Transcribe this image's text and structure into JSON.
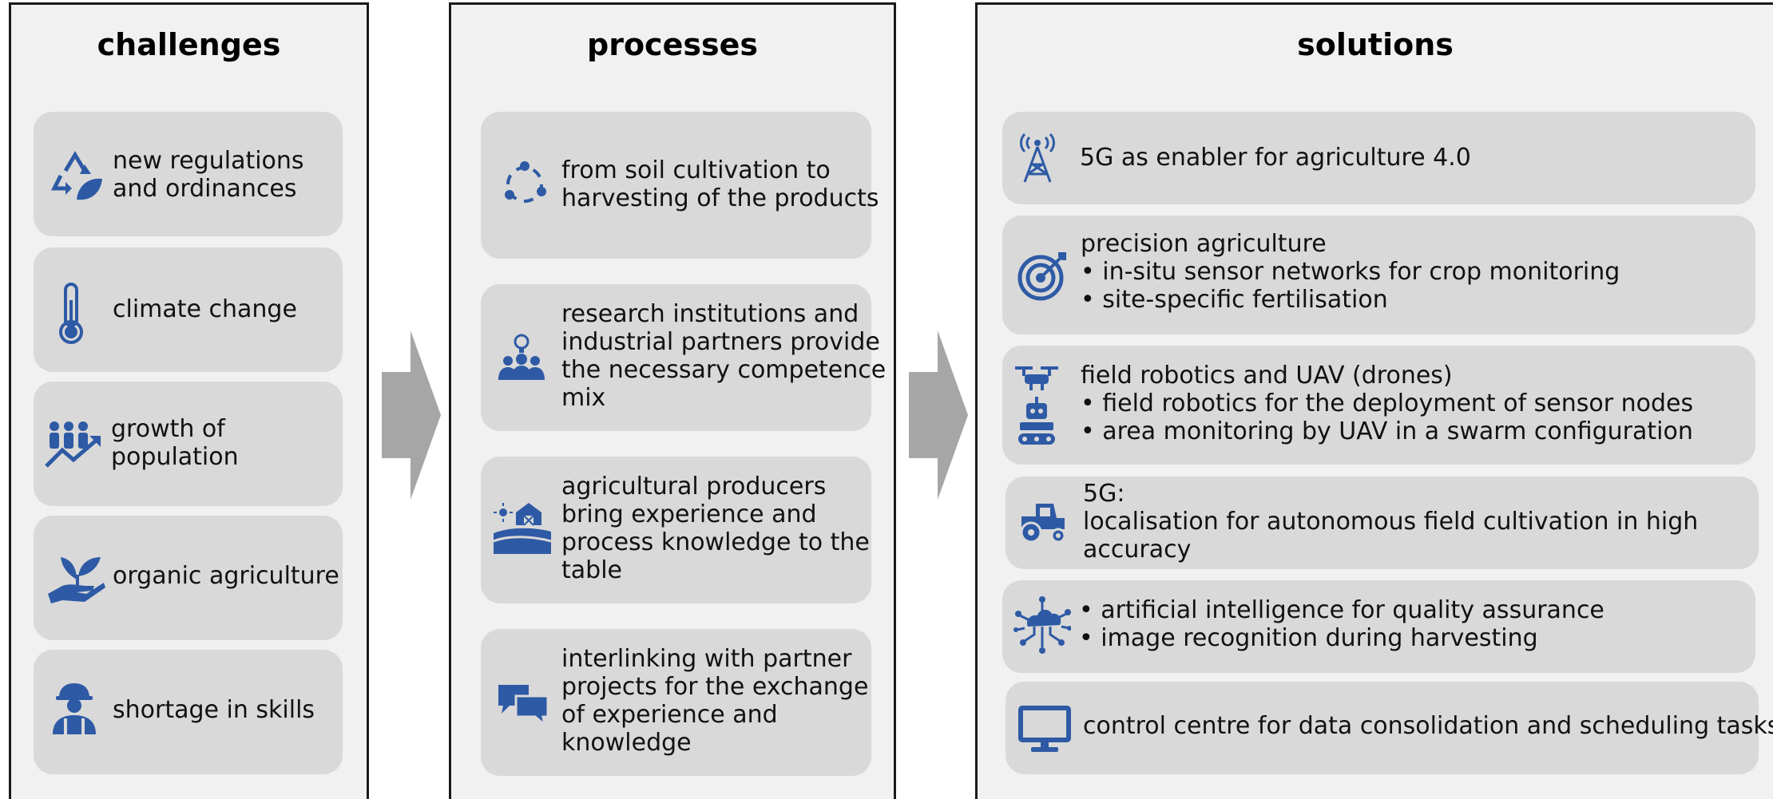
{
  "colors": {
    "icon": "#2e5aa5",
    "card": "#d9d9d9",
    "panel": "#f1f1f1",
    "arrow": "#a6a6a6"
  },
  "challenges": {
    "title": "challenges",
    "items": [
      {
        "icon": "recycle-leaf-icon",
        "lines": [
          "new regulations",
          "and ordinances"
        ]
      },
      {
        "icon": "thermometer-icon",
        "lines": [
          "climate change"
        ]
      },
      {
        "icon": "population-growth-icon",
        "lines": [
          "growth of",
          "population"
        ]
      },
      {
        "icon": "hand-plant-icon",
        "lines": [
          "organic agriculture"
        ]
      },
      {
        "icon": "worker-helmet-icon",
        "lines": [
          "shortage in skills"
        ]
      }
    ]
  },
  "processes": {
    "title": "processes",
    "items": [
      {
        "icon": "cycle-icon",
        "lines": [
          "from soil cultivation to",
          "harvesting of the products"
        ]
      },
      {
        "icon": "team-idea-icon",
        "lines": [
          "research institutions and",
          "industrial partners provide",
          "the necessary competence",
          "mix"
        ]
      },
      {
        "icon": "farm-barn-icon",
        "lines": [
          "agricultural producers",
          "bring experience and",
          "process knowledge to the",
          "table"
        ]
      },
      {
        "icon": "chat-bubbles-icon",
        "lines": [
          "interlinking with partner",
          "projects for the exchange",
          "of experience and",
          "knowledge"
        ]
      }
    ]
  },
  "solutions": {
    "title": "solutions",
    "items": [
      {
        "icon": "antenna-tower-icon",
        "lines": [
          "5G as enabler for agriculture 4.0"
        ]
      },
      {
        "icon": "target-icon",
        "lines": [
          "precision agriculture",
          "• in-situ sensor networks for crop monitoring",
          "• site-specific fertilisation"
        ]
      },
      {
        "icon": "drone-robot-icon",
        "lines": [
          "field robotics and UAV (drones)",
          "• field robotics for the deployment of sensor nodes",
          "• area monitoring by UAV in a swarm configuration"
        ]
      },
      {
        "icon": "tractor-icon",
        "lines": [
          "5G:",
          "localisation for autonomous field cultivation in high",
          "accuracy"
        ]
      },
      {
        "icon": "ai-network-icon",
        "lines": [
          "• artificial intelligence for quality assurance",
          "• image recognition during harvesting"
        ]
      },
      {
        "icon": "monitor-icon",
        "lines": [
          "control centre for data consolidation and scheduling tasks"
        ]
      }
    ]
  }
}
